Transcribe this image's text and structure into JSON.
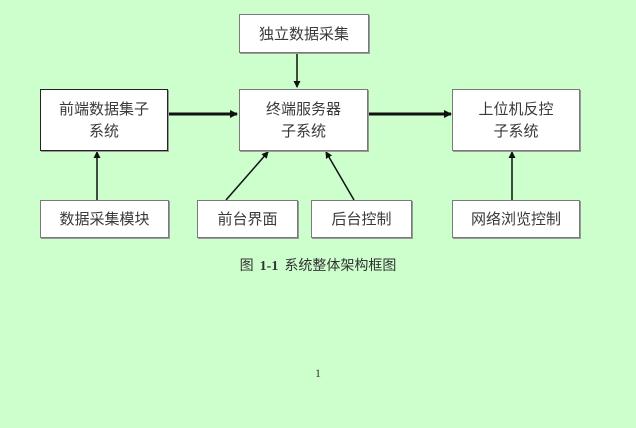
{
  "diagram": {
    "nodes": {
      "independent_collection": {
        "lines": [
          "独立数据采集"
        ]
      },
      "frontend_subsystem": {
        "lines": [
          "前端数据集子",
          "系统"
        ]
      },
      "terminal_server": {
        "lines": [
          "终端服务器",
          "子系统"
        ]
      },
      "host_control": {
        "lines": [
          "上位机反控",
          "子系统"
        ]
      },
      "data_collection_module": {
        "lines": [
          "数据采集模块"
        ]
      },
      "frontend_ui": {
        "lines": [
          "前台界面"
        ]
      },
      "backend_control": {
        "lines": [
          "后台控制"
        ]
      },
      "web_browse_control": {
        "lines": [
          "网络浏览控制"
        ]
      }
    },
    "edges": [
      {
        "from": "independent_collection",
        "to": "terminal_server"
      },
      {
        "from": "frontend_subsystem",
        "to": "terminal_server"
      },
      {
        "from": "terminal_server",
        "to": "host_control"
      },
      {
        "from": "data_collection_module",
        "to": "frontend_subsystem"
      },
      {
        "from": "frontend_ui",
        "to": "terminal_server"
      },
      {
        "from": "backend_control",
        "to": "terminal_server"
      },
      {
        "from": "web_browse_control",
        "to": "host_control"
      }
    ]
  },
  "caption": {
    "prefix": "图",
    "number": "1-1",
    "title": "系统整体架构框图"
  },
  "page_number": "1"
}
